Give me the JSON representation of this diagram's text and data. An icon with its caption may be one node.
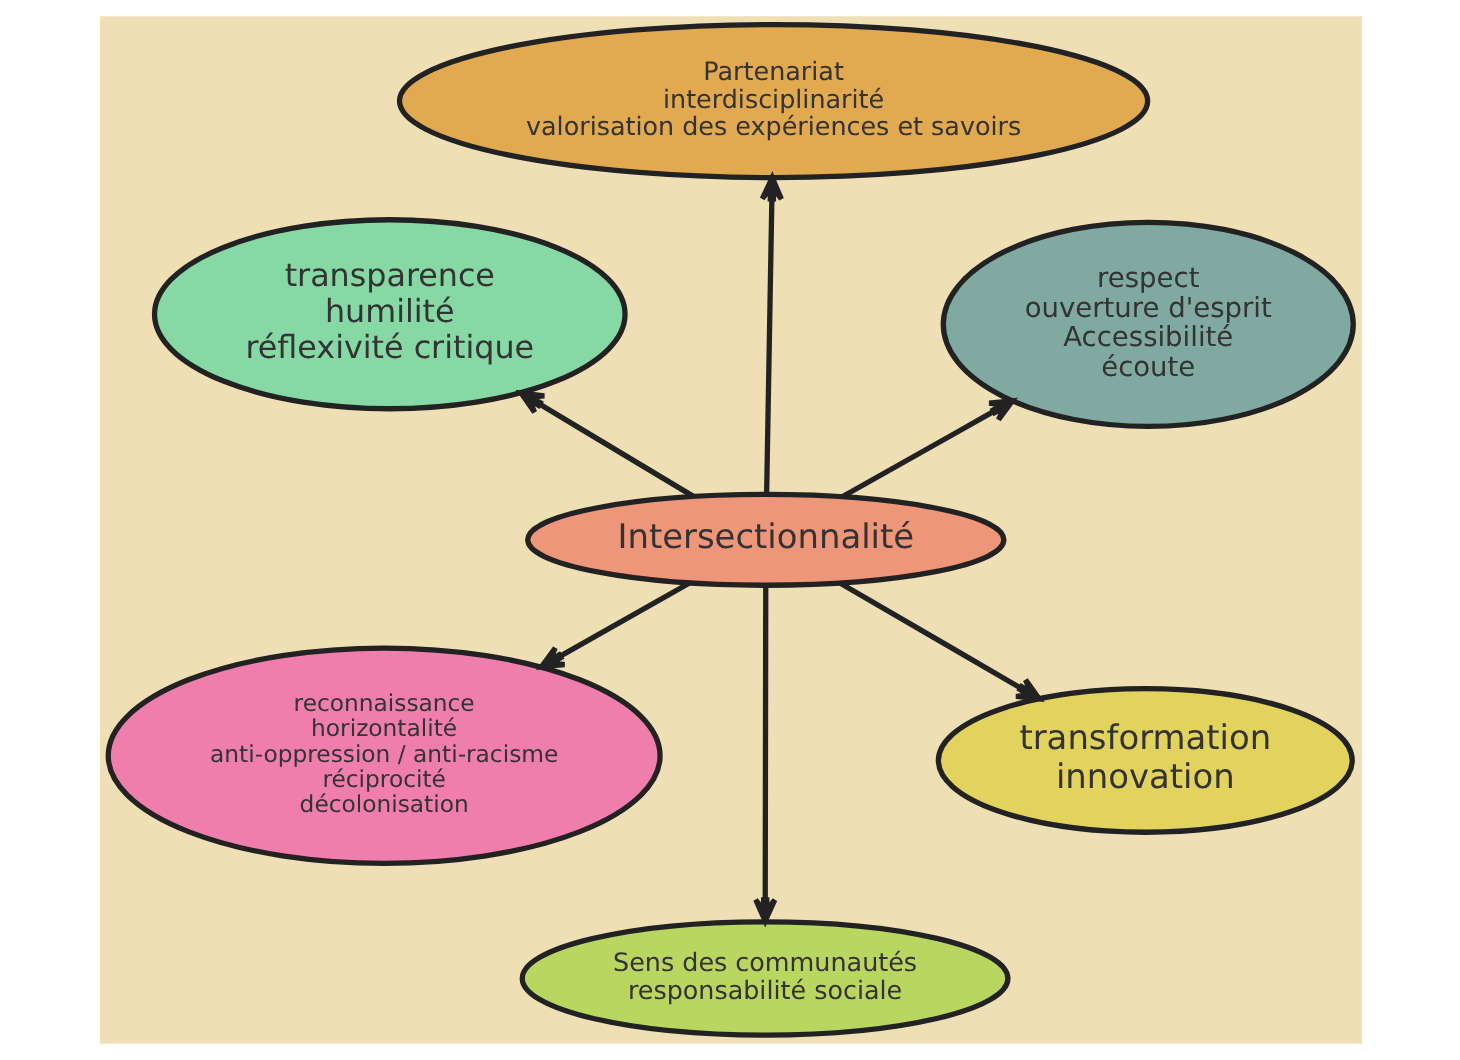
{
  "diagram": {
    "nodes": [
      {
        "text": [
          "Intersectionnalité"
        ]
      },
      {
        "text": [
          "transformation",
          "innovation"
        ]
      },
      {
        "text": [
          "Sens des communautés",
          "responsabilité sociale"
        ]
      },
      {
        "text": [
          "transparence",
          "humilité",
          "réflexivité critique"
        ]
      },
      {
        "text": [
          "respect",
          "ouverture d'esprit",
          "Accessibilité",
          "écoute"
        ]
      },
      {
        "text": [
          "Partenariat",
          "interdisciplinarité",
          "valorisation des expériences et savoirs"
        ]
      },
      {
        "text": [
          "reconnaissance",
          "horizontalité",
          "anti-oppression / anti-racisme",
          "réciprocité",
          "décolonisation"
        ]
      }
    ],
    "edges": [
      {
        "from": 0,
        "to": 1,
        "arrow": "to"
      },
      {
        "from": 0,
        "to": 2,
        "arrow": "to"
      },
      {
        "from": 0,
        "to": 3,
        "arrow": "to"
      },
      {
        "from": 0,
        "to": 4,
        "arrow": "to"
      },
      {
        "from": 0,
        "to": 5,
        "arrow": "to"
      },
      {
        "from": 0,
        "to": 6,
        "arrow": "to"
      }
    ]
  }
}
